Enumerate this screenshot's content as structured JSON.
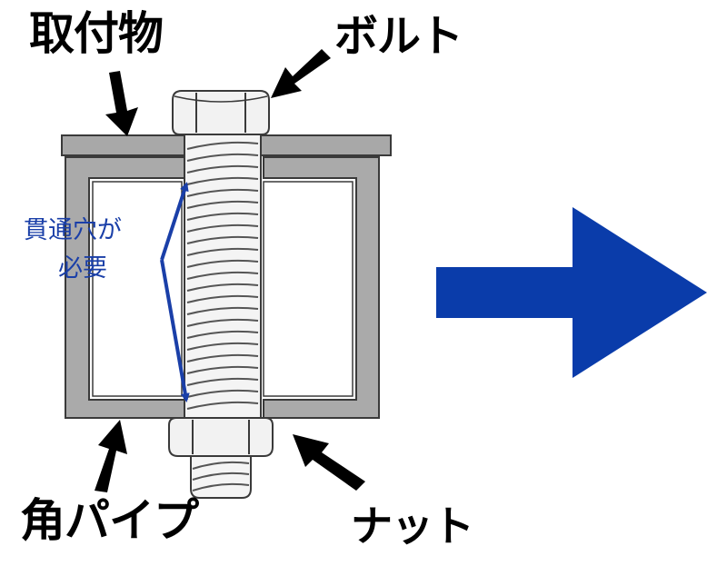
{
  "labels": {
    "attachment": "取付物",
    "bolt": "ボルト",
    "square_pipe": "角パイプ",
    "nut": "ナット"
  },
  "annotation": {
    "line1": "貫通穴が",
    "line2": "必要"
  },
  "colors": {
    "plate_fill": "#a8a8a8",
    "pipe_fill": "#aaaaaa",
    "outline": "#3a3a3a",
    "bolt_fill": "#f2f2f2",
    "annotation_blue": "#1a3fa8",
    "big_arrow": "#0a3caa",
    "pointer_arrow": "#000000"
  },
  "icons": {
    "pointer": "black-pointer-arrow",
    "big_arrow": "right-arrow-icon"
  }
}
